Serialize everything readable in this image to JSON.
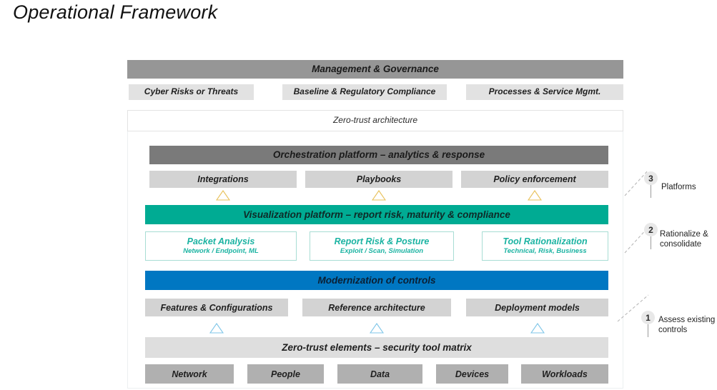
{
  "page": {
    "title": "Operational Framework"
  },
  "colors": {
    "teal": "#00ab93",
    "blue": "#0077c2",
    "header_gray": "#969696",
    "dark_gray": "#7a7a7a",
    "chip_light": "#e2e2e2",
    "chip_mid": "#d3d3d3",
    "chip_dark": "#b0b0b0",
    "triangle_gold": "#e8c15a",
    "triangle_blue": "#7fc6e8"
  },
  "diagram": {
    "governance": {
      "band_label": "Management & Governance",
      "chips": [
        "Cyber Risks or Threats",
        "Baseline & Regulatory Compliance",
        "Processes & Service Mgmt."
      ]
    },
    "zero_trust_architecture": {
      "label": "Zero-trust architecture"
    },
    "orchestration": {
      "band_label": "Orchestration platform – analytics & response",
      "chips": [
        "Integrations",
        "Playbooks",
        "Policy enforcement"
      ]
    },
    "visualization": {
      "band_label": "Visualization platform – report risk, maturity & compliance",
      "cards": [
        {
          "title": "Packet Analysis",
          "subtitle": "Network / Endpoint, ML"
        },
        {
          "title": "Report Risk & Posture",
          "subtitle": "Exploit / Scan, Simulation"
        },
        {
          "title": "Tool Rationalization",
          "subtitle": "Technical, Risk, Business"
        }
      ]
    },
    "modernization": {
      "band_label": "Modernization of controls",
      "chips": [
        "Features & Configurations",
        "Reference architecture",
        "Deployment models"
      ]
    },
    "zero_trust_elements": {
      "band_label": "Zero-trust elements – security tool matrix",
      "chips": [
        "Network",
        "People",
        "Data",
        "Devices",
        "Workloads"
      ]
    }
  },
  "annotations": [
    {
      "number": "3",
      "label": "Platforms"
    },
    {
      "number": "2",
      "label": "Rationalize & consolidate"
    },
    {
      "number": "1",
      "label": "Assess existing controls"
    }
  ]
}
